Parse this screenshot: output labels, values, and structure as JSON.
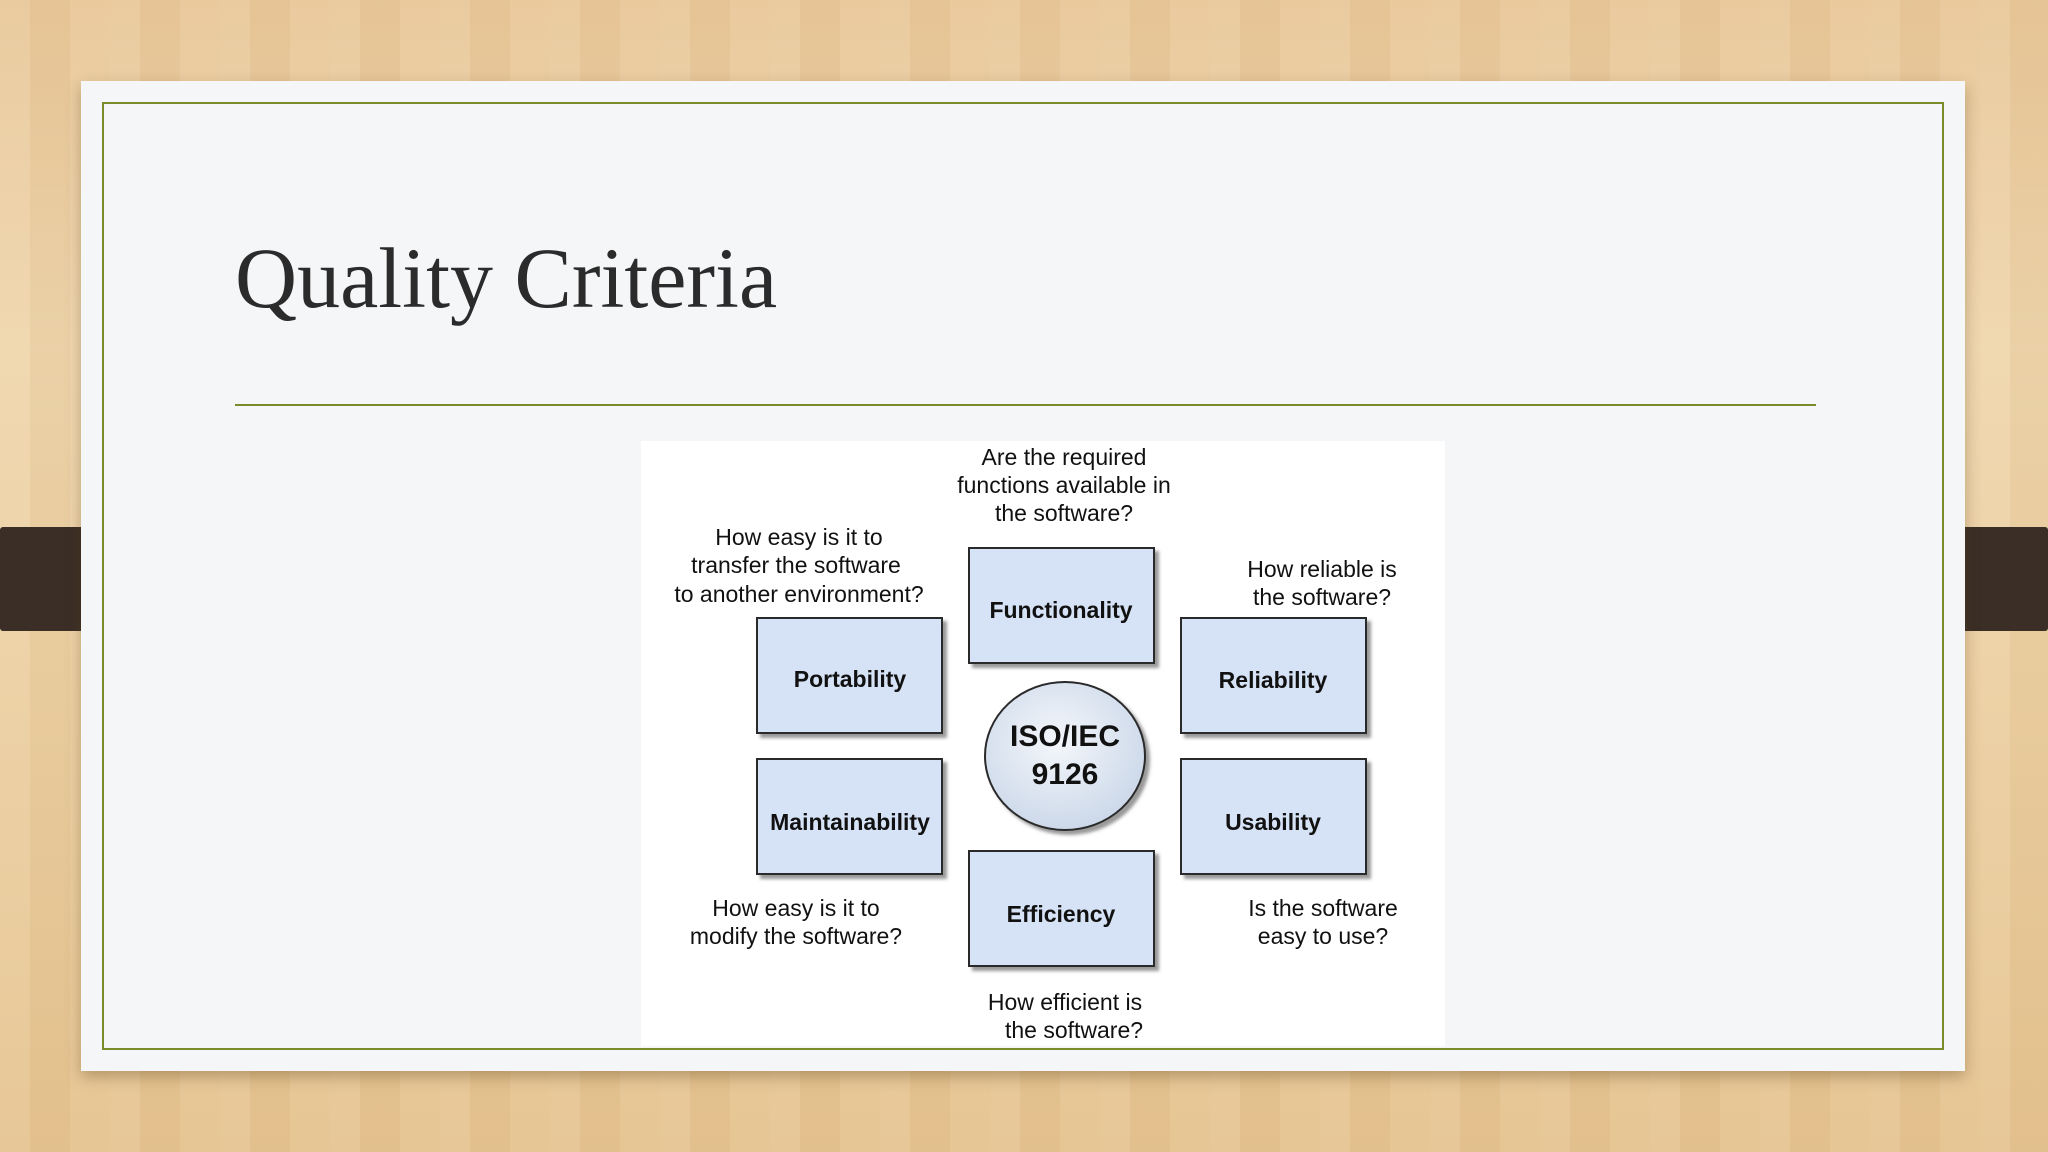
{
  "slide": {
    "title": "Quality Criteria"
  },
  "diagram": {
    "center": {
      "line1": "ISO/IEC",
      "line2": "9126"
    },
    "boxes": [
      {
        "id": "functionality",
        "label": "Functionality",
        "question": [
          "Are the required",
          "functions available in",
          "the software?"
        ]
      },
      {
        "id": "reliability",
        "label": "Reliability",
        "question": [
          "How reliable is",
          "the software?"
        ]
      },
      {
        "id": "usability",
        "label": "Usability",
        "question": [
          "Is the software",
          "easy to use?"
        ]
      },
      {
        "id": "efficiency",
        "label": "Efficiency",
        "question": [
          "How efficient is",
          "the software?"
        ]
      },
      {
        "id": "maintainability",
        "label": "Maintainability",
        "question": [
          "How easy is it to",
          "modify the software?"
        ]
      },
      {
        "id": "portability",
        "label": "Portability",
        "question": [
          "How easy is it to",
          "transfer the software",
          "to another environment?"
        ]
      }
    ],
    "colors": {
      "box_fill": "#d6e2f5",
      "box_border": "#2a2a2a",
      "frame": "#7b8a2a",
      "text": "#111111"
    }
  }
}
